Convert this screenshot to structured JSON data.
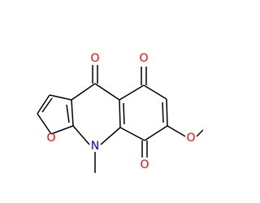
{
  "molecule": {
    "atoms": {
      "o_furan": "O",
      "n_ring": "N",
      "o_c4": "O",
      "o_c5": "O",
      "o_c8": "O",
      "o_methoxy": "O"
    },
    "colors": {
      "carbon": "#000000",
      "oxygen": "#ff0000",
      "nitrogen": "#0000ff",
      "background": "#ffffff"
    }
  }
}
